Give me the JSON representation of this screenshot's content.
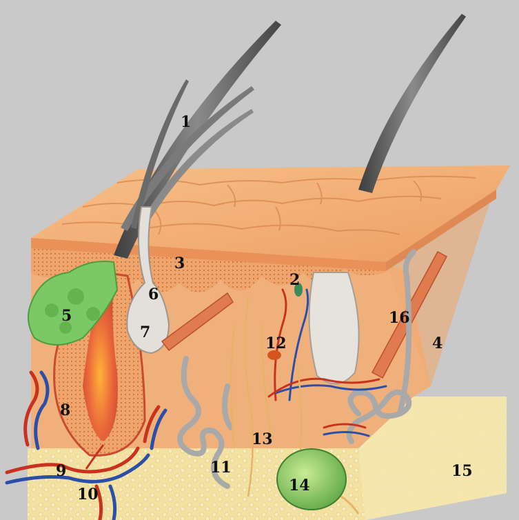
{
  "colors": {
    "background": "#c9c9c9",
    "epidermis_top": "#f2b67e",
    "epidermis_side": "#e9985c",
    "dermis": "#f0b07c",
    "hypodermis": "#f2e2a0",
    "hair": "#5a5a5a",
    "sebaceous_gland": "#6ec35a",
    "sweat_gland": "#a9a9a9",
    "artery": "#c8321e",
    "vein": "#2b4fa8",
    "pacinian_corpuscle": "#8ccb5a"
  },
  "labels": [
    {
      "id": "1",
      "text": "1"
    },
    {
      "id": "2",
      "text": "2"
    },
    {
      "id": "3",
      "text": "3"
    },
    {
      "id": "4",
      "text": "4"
    },
    {
      "id": "5",
      "text": "5"
    },
    {
      "id": "6",
      "text": "6"
    },
    {
      "id": "7",
      "text": "7"
    },
    {
      "id": "8",
      "text": "8"
    },
    {
      "id": "9",
      "text": "9"
    },
    {
      "id": "10",
      "text": "10"
    },
    {
      "id": "11",
      "text": "11"
    },
    {
      "id": "12",
      "text": "12"
    },
    {
      "id": "13",
      "text": "13"
    },
    {
      "id": "14",
      "text": "14"
    },
    {
      "id": "15",
      "text": "15"
    },
    {
      "id": "16",
      "text": "16"
    }
  ]
}
